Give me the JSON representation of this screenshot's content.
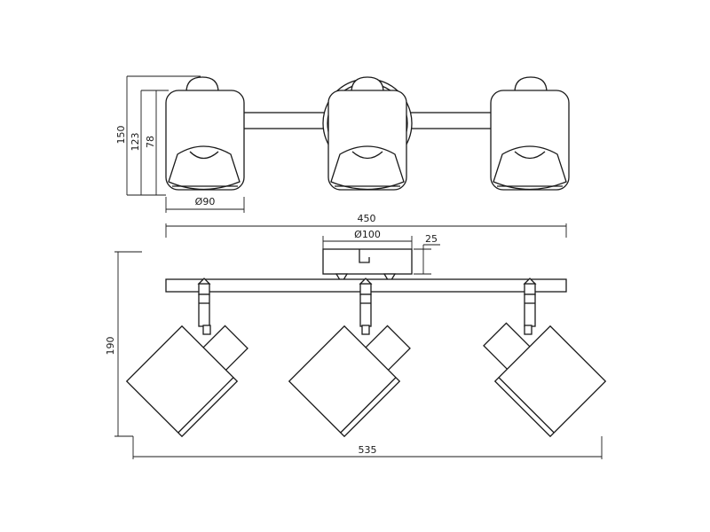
{
  "dimensions": {
    "height_total": "150",
    "height_shade_mount": "123",
    "height_shade": "78",
    "shade_diameter": "Ø90",
    "bar_length": "450",
    "canopy_diameter": "Ø100",
    "canopy_height": "25",
    "projection": "190",
    "overall_width": "535"
  }
}
